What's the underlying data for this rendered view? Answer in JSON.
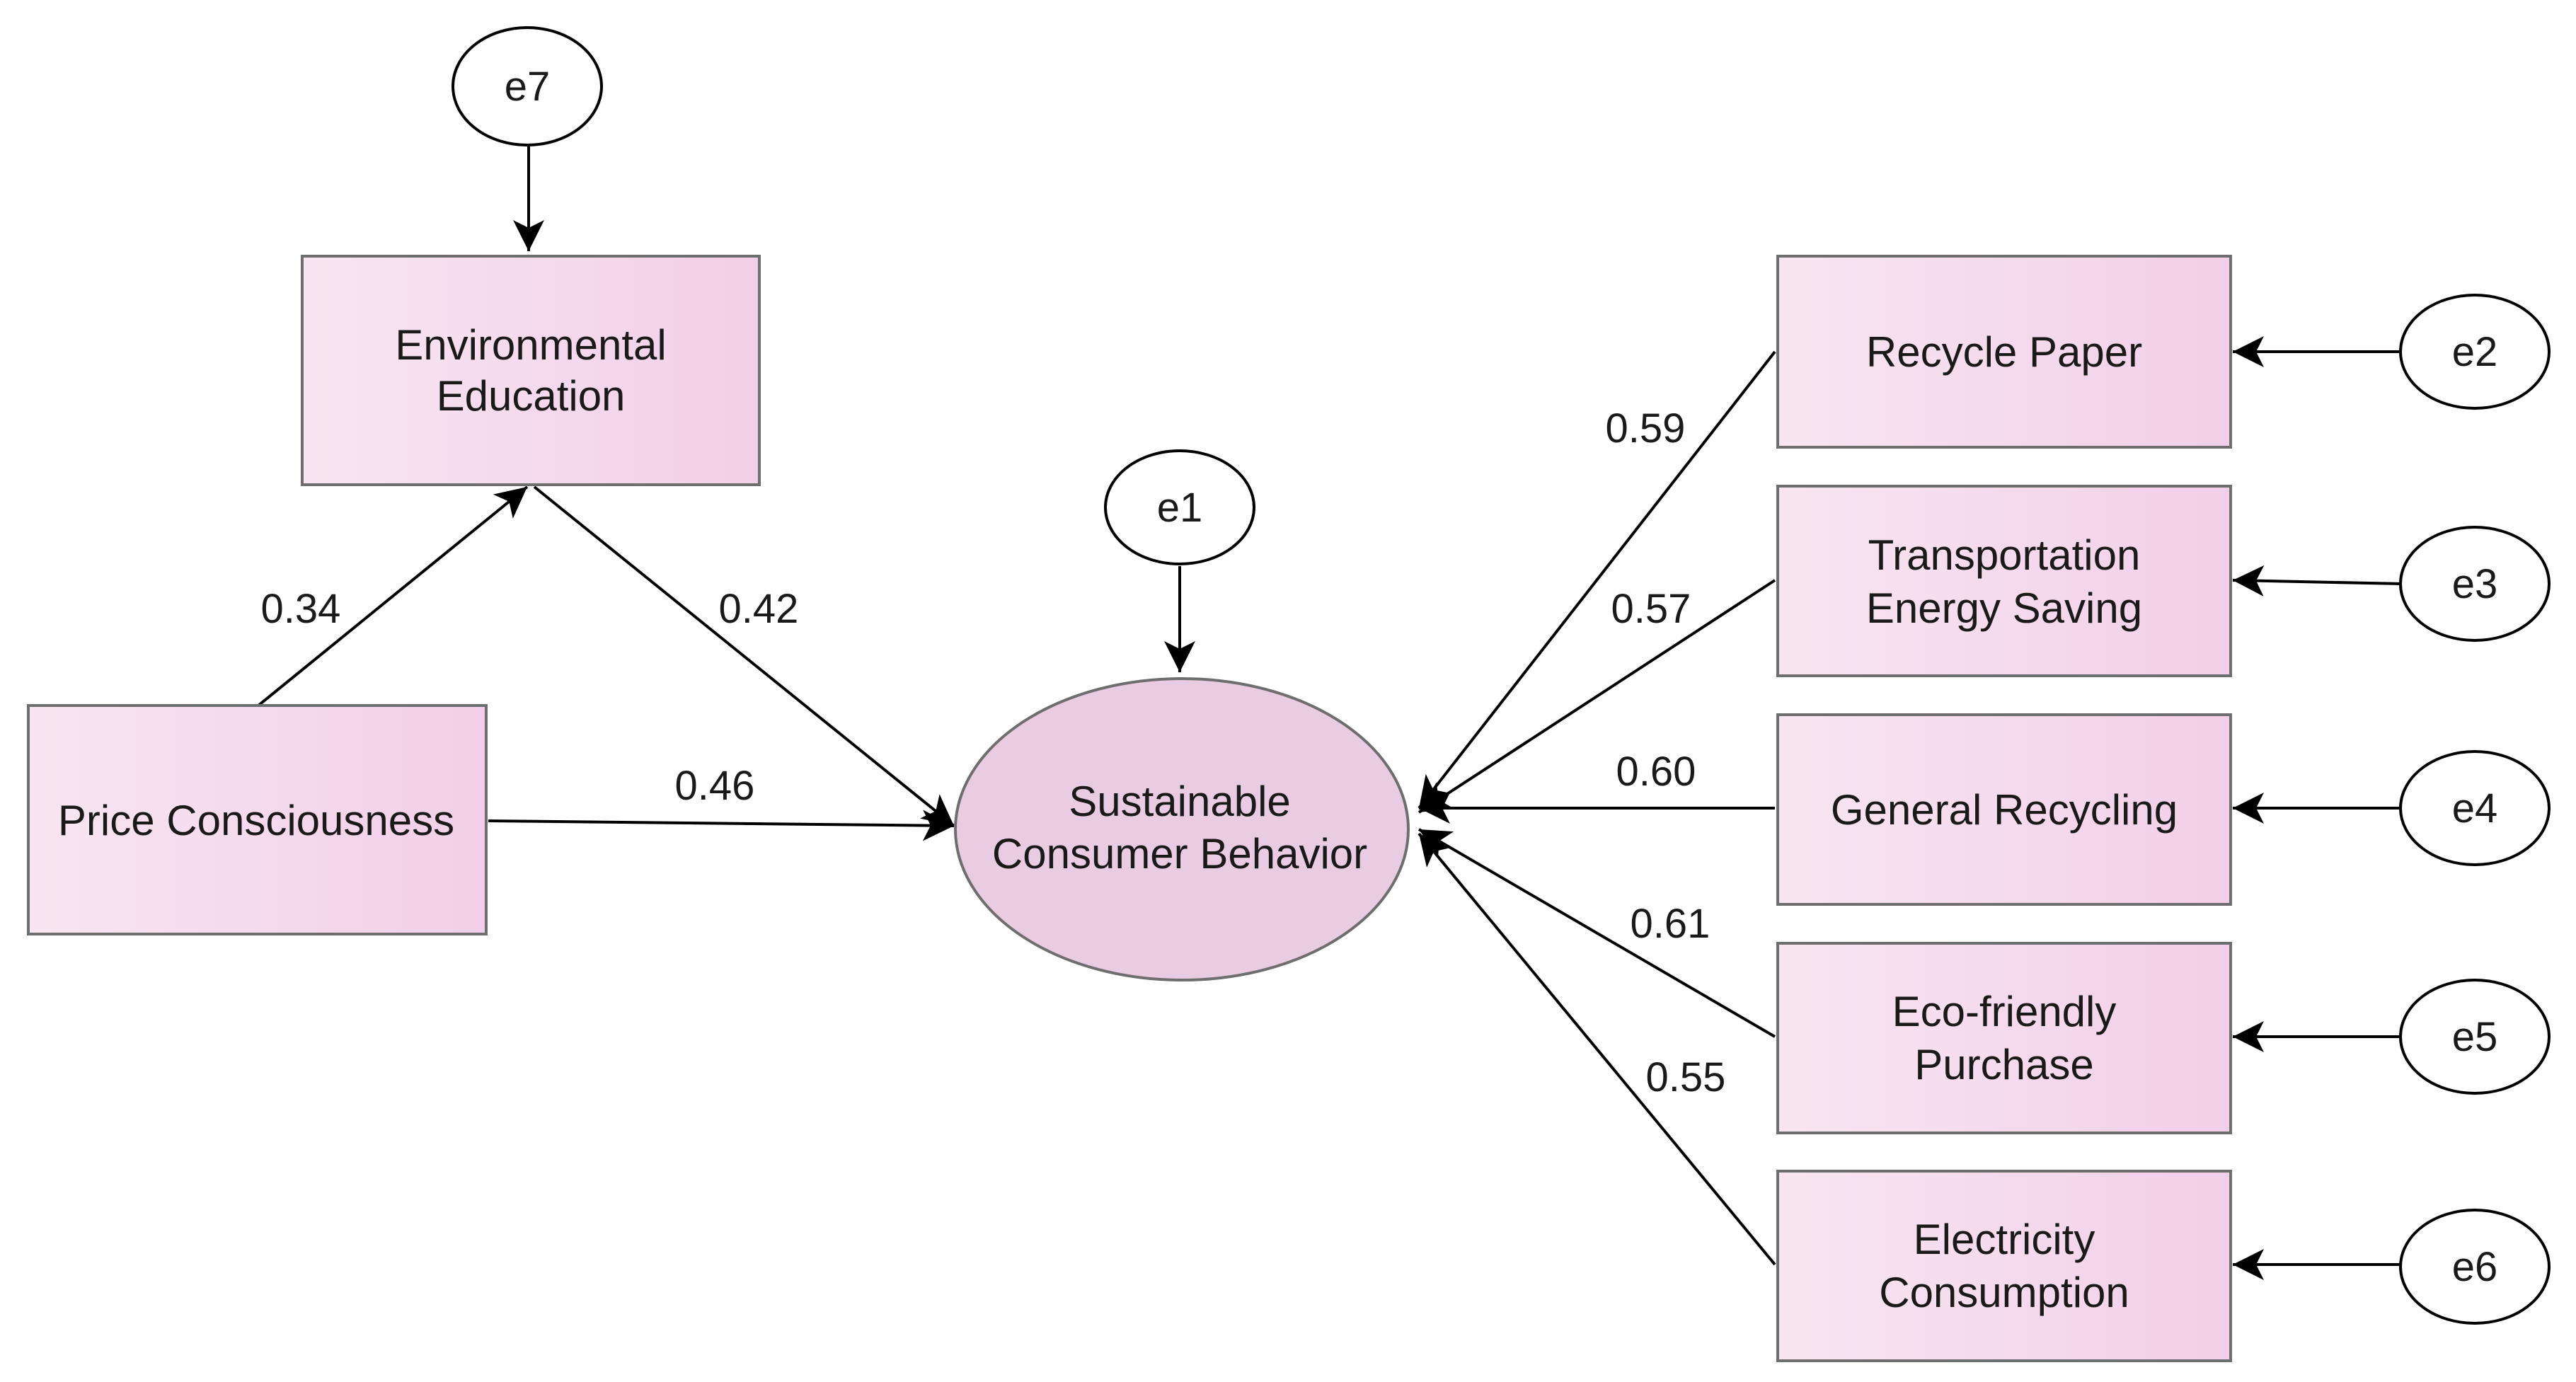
{
  "colors": {
    "box_fill_light": "#f7e6f1",
    "box_fill_dark": "#f2cfe8",
    "latent_fill": "#e9cbe2",
    "line": "#000000"
  },
  "nodes": {
    "environmental_education": {
      "lines": [
        "Environmental",
        "Education"
      ]
    },
    "price_consciousness": {
      "lines": [
        "Price Consciousness"
      ]
    },
    "sustainable_consumer_behavior": {
      "lines": [
        "Sustainable",
        "Consumer Behavior"
      ]
    },
    "recycle_paper": {
      "lines": [
        "Recycle Paper"
      ]
    },
    "transportation_energy_saving": {
      "lines": [
        "Transportation",
        "Energy Saving"
      ]
    },
    "general_recycling": {
      "lines": [
        "General Recycling"
      ]
    },
    "eco_friendly_purchase": {
      "lines": [
        "Eco-friendly",
        "Purchase"
      ]
    },
    "electricity_consumption": {
      "lines": [
        "Electricity",
        "Consumption"
      ]
    }
  },
  "errors": {
    "e1": "e1",
    "e2": "e2",
    "e3": "e3",
    "e4": "e4",
    "e5": "e5",
    "e6": "e6",
    "e7": "e7"
  },
  "paths": [
    {
      "from": "Price Consciousness",
      "to": "Environmental Education",
      "coefficient": "0.34"
    },
    {
      "from": "Environmental Education",
      "to": "Sustainable Consumer Behavior",
      "coefficient": "0.42"
    },
    {
      "from": "Price Consciousness",
      "to": "Sustainable Consumer Behavior",
      "coefficient": "0.46"
    },
    {
      "from": "Recycle Paper",
      "to": "Sustainable Consumer Behavior",
      "coefficient": "0.59"
    },
    {
      "from": "Transportation Energy Saving",
      "to": "Sustainable Consumer Behavior",
      "coefficient": "0.57"
    },
    {
      "from": "General Recycling",
      "to": "Sustainable Consumer Behavior",
      "coefficient": "0.60"
    },
    {
      "from": "Eco-friendly Purchase",
      "to": "Sustainable Consumer Behavior",
      "coefficient": "0.61"
    },
    {
      "from": "Electricity Consumption",
      "to": "Sustainable Consumer Behavior",
      "coefficient": "0.55"
    }
  ]
}
